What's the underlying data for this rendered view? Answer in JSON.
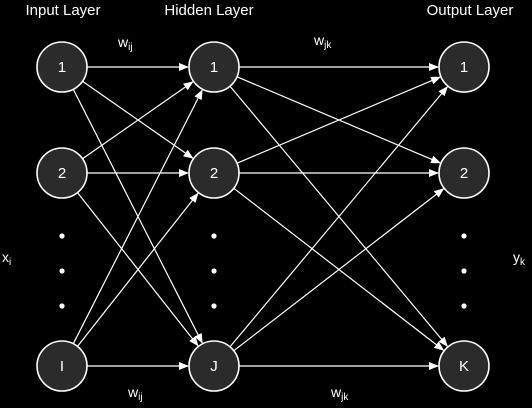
{
  "titles": {
    "input": "Input Layer",
    "hidden": "Hidden Layer",
    "output": "Output Layer"
  },
  "weights": {
    "ij_top": {
      "base": "w",
      "sub": "ij"
    },
    "jk_top": {
      "base": "w",
      "sub": "jk"
    },
    "ij_bottom": {
      "base": "w",
      "sub": "ij"
    },
    "jk_bottom": {
      "base": "w",
      "sub": "jk"
    }
  },
  "io": {
    "input": {
      "base": "x",
      "sub": "i"
    },
    "output": {
      "base": "y",
      "sub": "k"
    }
  },
  "layers": {
    "input": [
      "1",
      "2",
      "I"
    ],
    "hidden": [
      "1",
      "2",
      "J"
    ],
    "output": [
      "1",
      "2",
      "K"
    ]
  },
  "colors": {
    "background": "#000000",
    "node_fill": "#2b2b2b",
    "line": "#ffffff",
    "text": "#ffffff"
  }
}
